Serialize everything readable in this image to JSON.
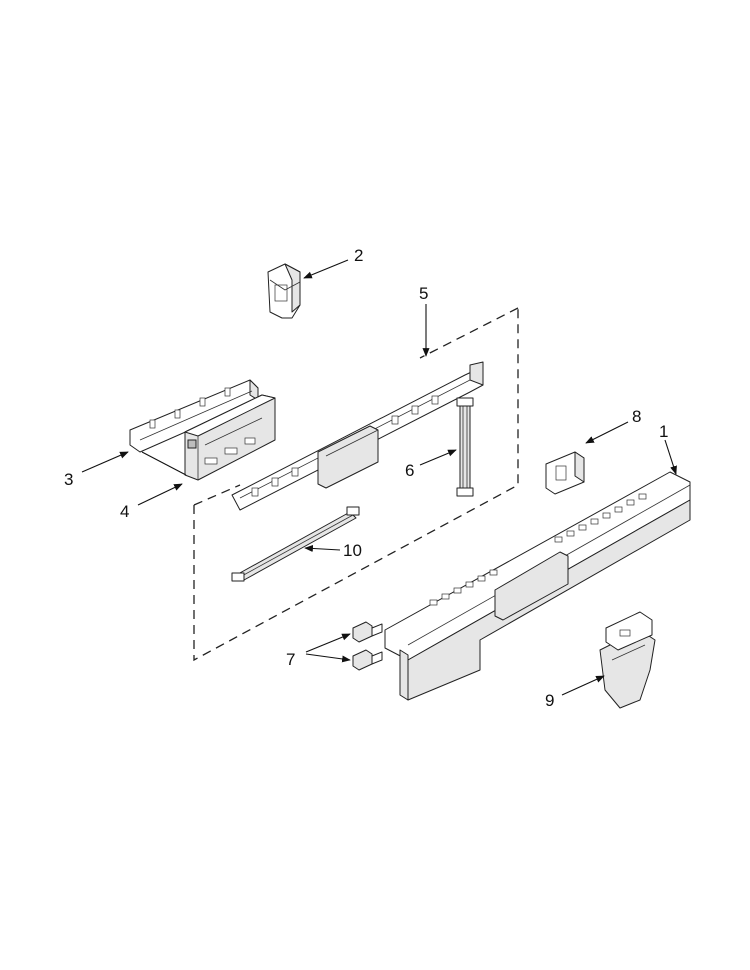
{
  "callouts": [
    {
      "id": "1",
      "text": "1"
    },
    {
      "id": "2",
      "text": "2"
    },
    {
      "id": "3",
      "text": "3"
    },
    {
      "id": "4",
      "text": "4"
    },
    {
      "id": "5",
      "text": "5"
    },
    {
      "id": "6",
      "text": "6"
    },
    {
      "id": "7",
      "text": "7"
    },
    {
      "id": "8",
      "text": "8"
    },
    {
      "id": "9",
      "text": "9"
    },
    {
      "id": "10",
      "text": "10"
    }
  ],
  "colors": {
    "line": "#222222",
    "background": "#ffffff",
    "shade": "#e6e6e6"
  }
}
